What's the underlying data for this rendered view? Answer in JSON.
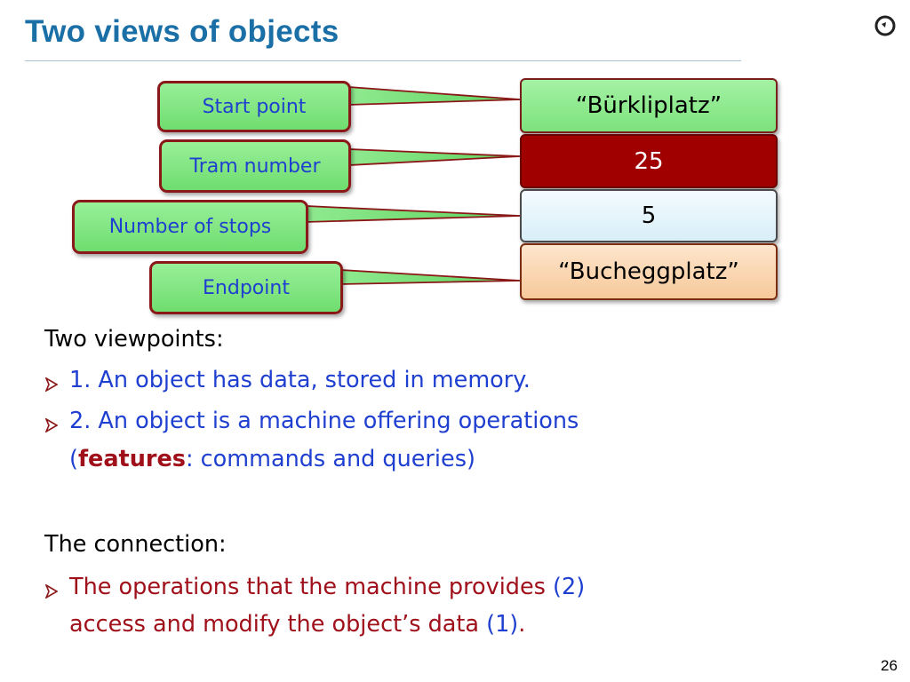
{
  "slide": {
    "title": "Two views of objects",
    "page_number": "26"
  },
  "callouts": [
    {
      "label": "Start point",
      "field_value": "“Bürkliplatz”"
    },
    {
      "label": "Tram number",
      "field_value": "25"
    },
    {
      "label": "Number of stops",
      "field_value": "5"
    },
    {
      "label": "Endpoint",
      "field_value": "“Bucheggplatz”"
    }
  ],
  "viewpoints": {
    "heading": "Two viewpoints:",
    "bullets": [
      "1. An object has data, stored in memory.",
      "2. An object is a machine offering operations"
    ],
    "bullet2_cont_open": "(",
    "bullet2_cont_keyword": "features",
    "bullet2_cont_rest": ": commands and queries)"
  },
  "connection": {
    "heading": "The connection:",
    "line1_red": "The operations that the machine provides ",
    "line1_blue": "(2)",
    "line2_red": "access and modify the object’s data ",
    "line2_blue": "(1)",
    "line2_end": "."
  },
  "colors": {
    "title": "#1a6fa6",
    "label_green": "#7ce27c",
    "field_red": "#a00000",
    "text_blue": "#1f3fd0",
    "text_red": "#a0101a"
  },
  "icons": {
    "logo": "logo-icon",
    "bullet": "arrowhead-bullet-icon"
  }
}
